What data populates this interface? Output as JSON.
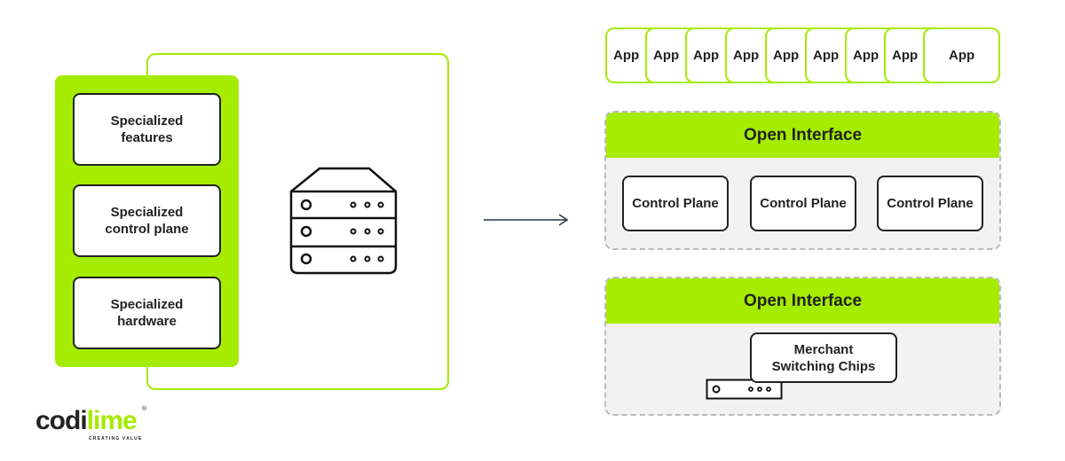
{
  "left": {
    "cards": [
      "Specialized\nfeatures",
      "Specialized\ncontrol plane",
      "Specialized\nhardware"
    ],
    "icon": "server-rack-icon"
  },
  "arrow_icon": "arrow-right-icon",
  "right": {
    "apps": [
      "App",
      "App",
      "App",
      "App",
      "App",
      "App",
      "App",
      "App",
      "App"
    ],
    "top_block": {
      "header": "Open Interface",
      "control_planes": [
        "Control Plane",
        "Control Plane",
        "Control Plane"
      ]
    },
    "bottom_block": {
      "header": "Open Interface",
      "chip_label": "Merchant\nSwitching Chips",
      "icon": "switch-device-icon"
    }
  },
  "logo": {
    "part1": "codi",
    "part2": "lime",
    "tagline": "CREATING VALUE",
    "registered": "®"
  },
  "colors": {
    "accent": "#a5ec00",
    "ink": "#222222",
    "panel": "#f2f2f2"
  }
}
